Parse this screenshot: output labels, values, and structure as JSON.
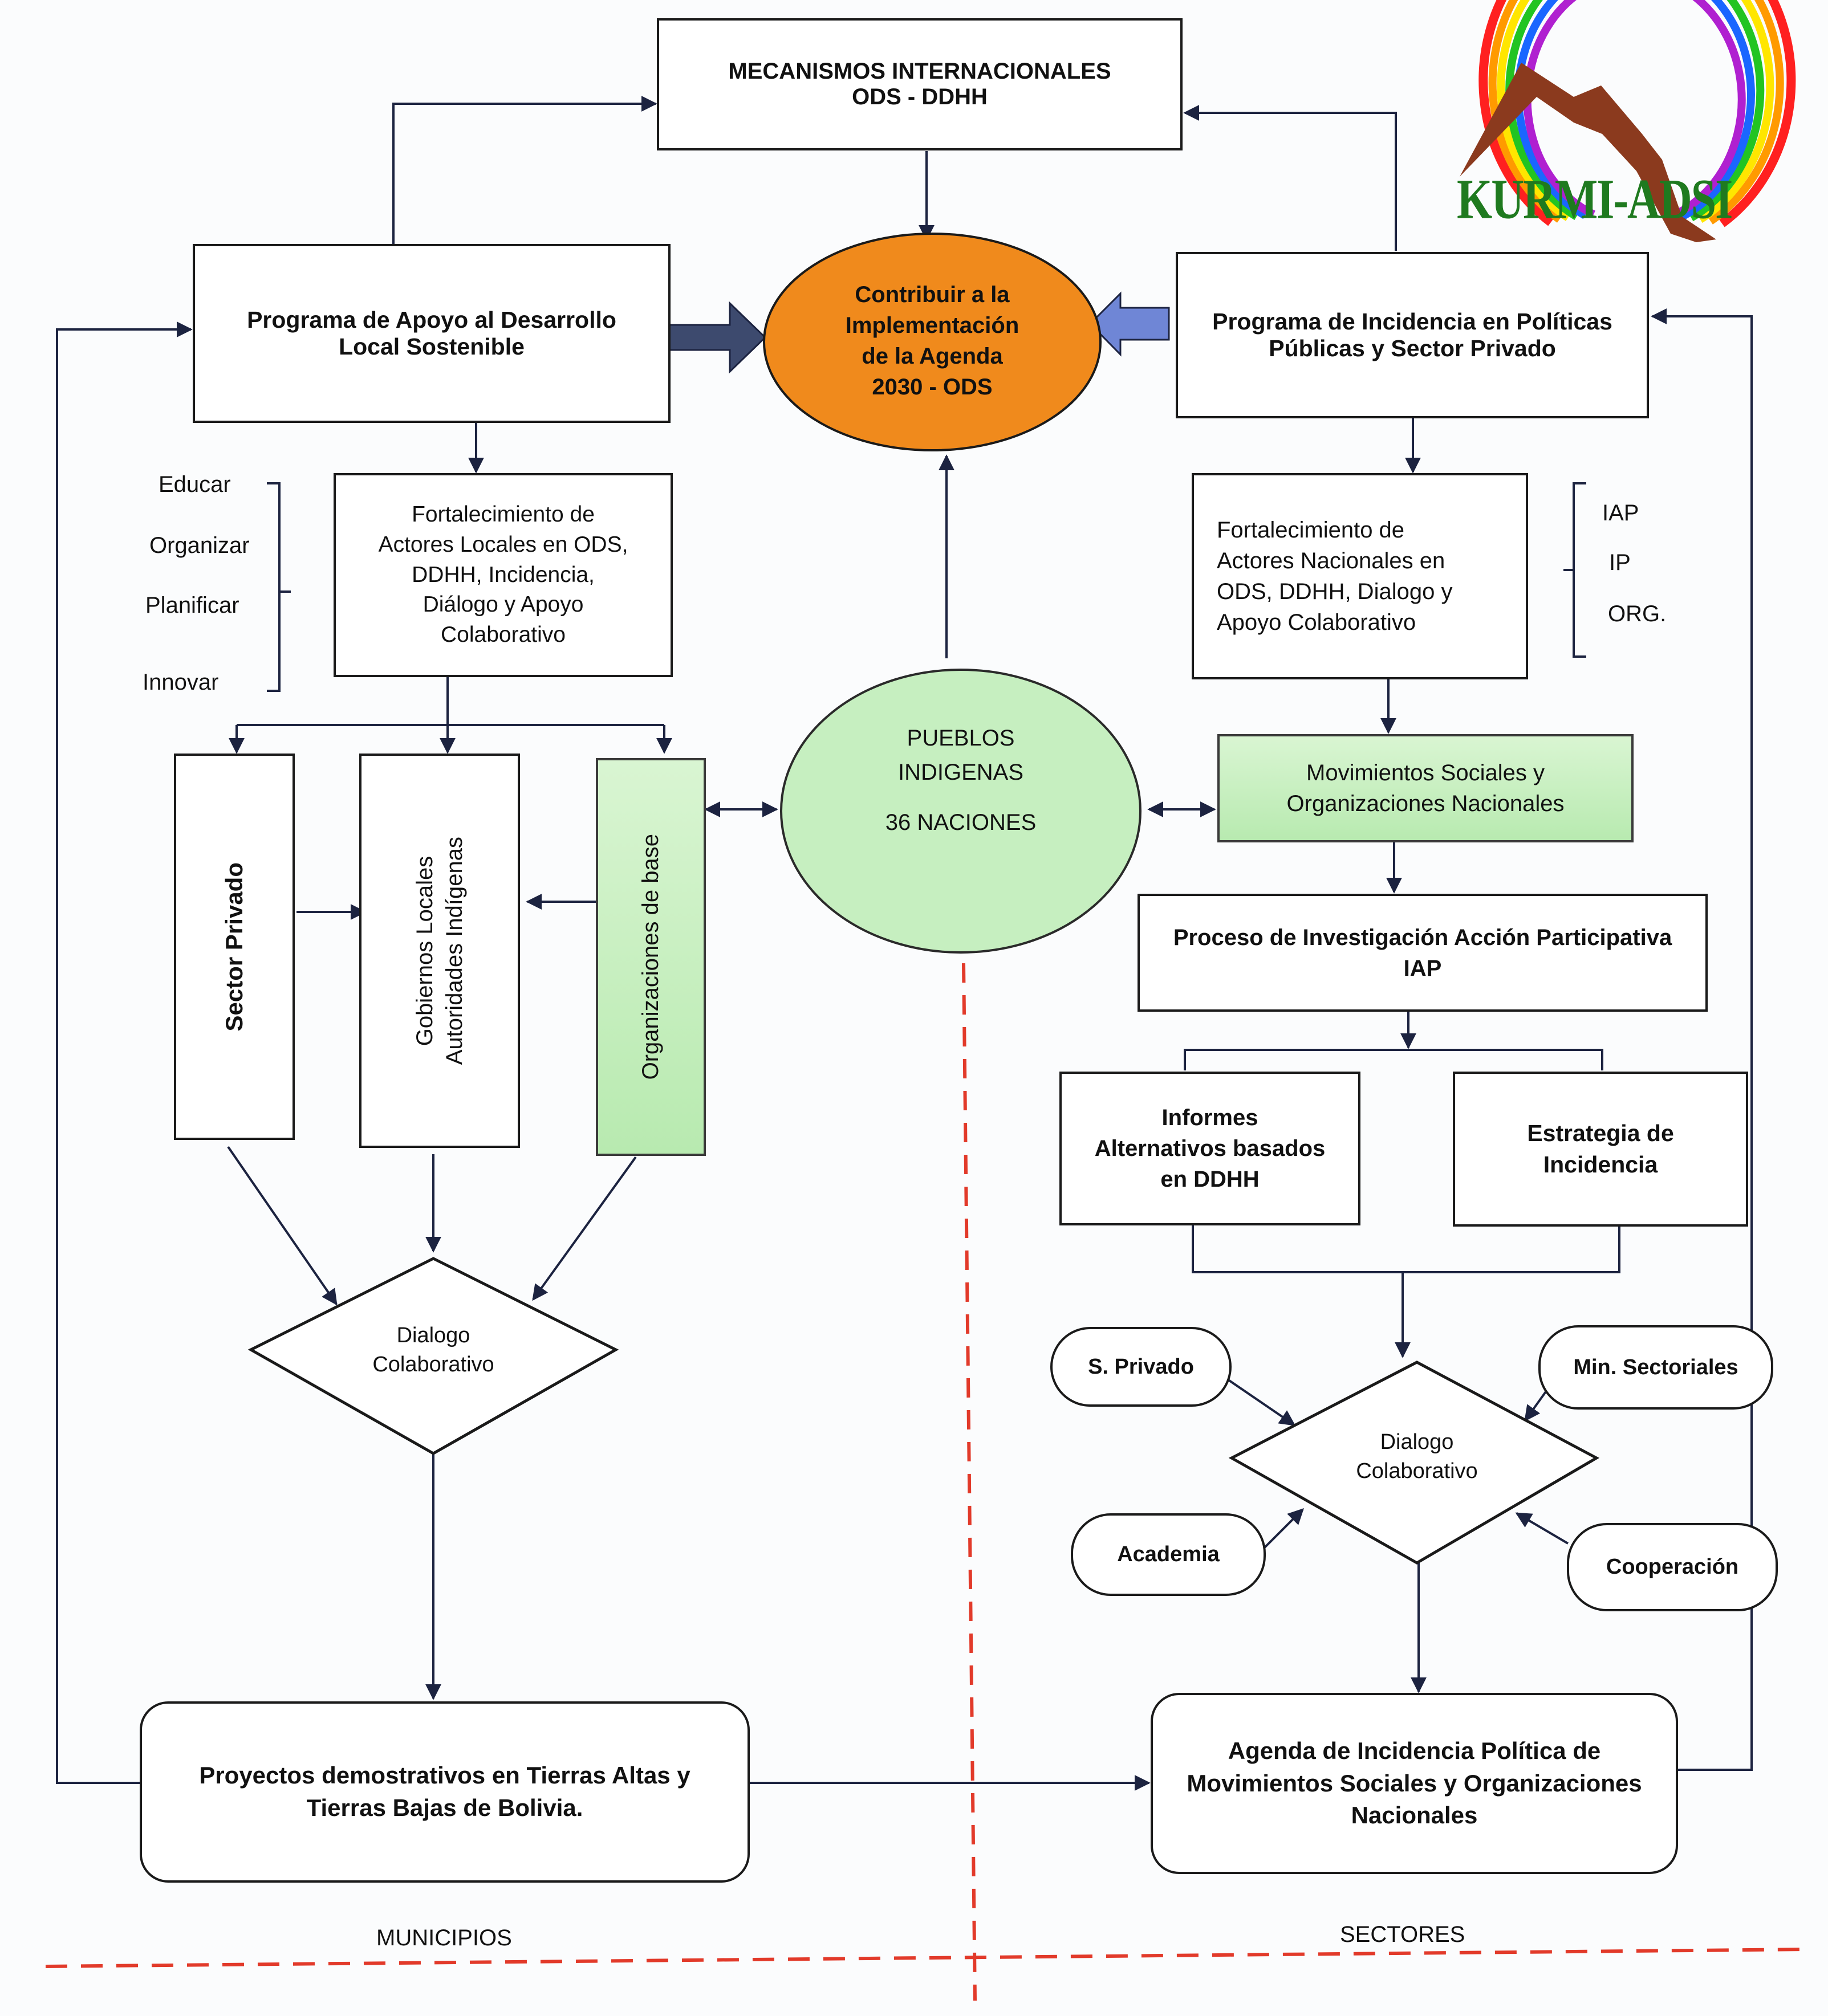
{
  "title_box": {
    "line1": "MECANISMOS INTERNACIONALES",
    "line2": "ODS - DDHH"
  },
  "logo": {
    "text": "KURMI-ADSI"
  },
  "goal": {
    "line1": "Contribuir a la",
    "line2": "Implementación",
    "line3": "de la Agenda",
    "line4": "2030 - ODS",
    "color": "#f08a1c"
  },
  "left_program": {
    "line1": "Programa de Apoyo al Desarrollo",
    "line2": "Local Sostenible"
  },
  "right_program": {
    "line1": "Programa de Incidencia en Políticas",
    "line2": "Públicas y Sector Privado"
  },
  "left_verbs": [
    "Educar",
    "Organizar",
    "Planificar",
    "Innovar"
  ],
  "left_strengthen": {
    "line1": "Fortalecimiento de",
    "line2": "Actores Locales en ODS,",
    "line3": "DDHH, Incidencia,",
    "line4": "Diálogo y Apoyo",
    "line5": "Colaborativo"
  },
  "right_strengthen": {
    "line1": "Fortalecimiento de",
    "line2": "Actores Nacionales en",
    "line3": "ODS, DDHH, Dialogo y",
    "line4": "Apoyo Colaborativo"
  },
  "right_tags": [
    "IAP",
    "IP",
    "ORG."
  ],
  "left_actors": {
    "private": "Sector Privado",
    "gov_line1": "Gobiernos Locales",
    "gov_line2": "Autoridades Indígenas",
    "base": "Organizaciones de base"
  },
  "peoples": {
    "line1": "PUEBLOS",
    "line2": "INDIGENAS",
    "line3": "36 NACIONES"
  },
  "movements": {
    "line1": "Movimientos Sociales y",
    "line2": "Organizaciones Nacionales"
  },
  "iap_process": {
    "line1": "Proceso de Investigación Acción Participativa",
    "line2": "IAP"
  },
  "reports": {
    "line1": "Informes",
    "line2": "Alternativos basados",
    "line3": "en DDHH"
  },
  "strategy": {
    "line1": "Estrategia de",
    "line2": "Incidencia"
  },
  "left_dialog": {
    "line1": "Dialogo",
    "line2": "Colaborativo"
  },
  "right_dialog": {
    "line1": "Dialogo",
    "line2": "Colaborativo"
  },
  "stakeholders": {
    "private": "S. Privado",
    "ministries": "Min. Sectoriales",
    "academia": "Academia",
    "cooperation": "Cooperación"
  },
  "left_projects": {
    "line1": "Proyectos demostrativos en Tierras Altas y",
    "line2": "Tierras Bajas de Bolivia."
  },
  "right_agenda": {
    "line1": "Agenda de Incidencia Política de",
    "line2": "Movimientos Sociales y Organizaciones",
    "line3": "Nacionales"
  },
  "footer": {
    "left": "MUNICIPIOS",
    "right": "SECTORES"
  },
  "colors": {
    "green_fill": "#c6efc0",
    "dash_red": "#e23a2a",
    "arrow_left": "#3d4a6e",
    "arrow_right": "#6f86d6",
    "logo_text": "#1f7a1f",
    "logo_mountain": "#8b3a1e"
  }
}
